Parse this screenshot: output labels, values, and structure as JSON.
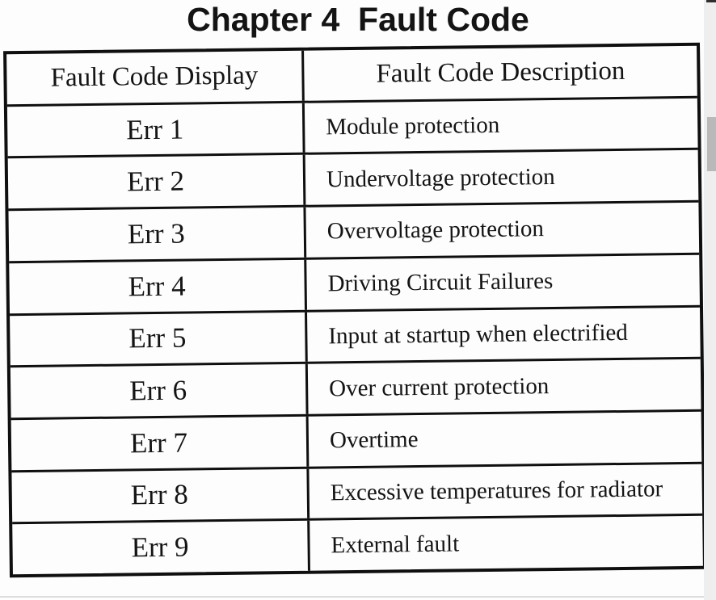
{
  "page": {
    "title": "Chapter 4  Fault Code"
  },
  "table": {
    "headers": [
      "Fault Code Display",
      "Fault Code Description"
    ],
    "rows": [
      {
        "code": "Err 1",
        "description": "Module protection"
      },
      {
        "code": "Err 2",
        "description": "Undervoltage protection"
      },
      {
        "code": "Err 3",
        "description": "Overvoltage protection"
      },
      {
        "code": "Err 4",
        "description": "Driving Circuit Failures"
      },
      {
        "code": "Err 5",
        "description": "Input at startup when electrified"
      },
      {
        "code": "Err 6",
        "description": "Over current protection"
      },
      {
        "code": "Err 7",
        "description": "Overtime"
      },
      {
        "code": "Err 8",
        "description": "Excessive temperatures for radiator"
      },
      {
        "code": "Err 9",
        "description": "External fault"
      }
    ]
  },
  "colors": {
    "page_bg": "#fdfdfd",
    "text": "#141414",
    "table_border": "#0f0f0f",
    "scrollbar_track": "#eeeeee",
    "scrollbar_thumb": "#b9b9b9",
    "scrollbar_top_edge": "#2e2e2e",
    "scan_edge_line": "#dcdcdc"
  }
}
